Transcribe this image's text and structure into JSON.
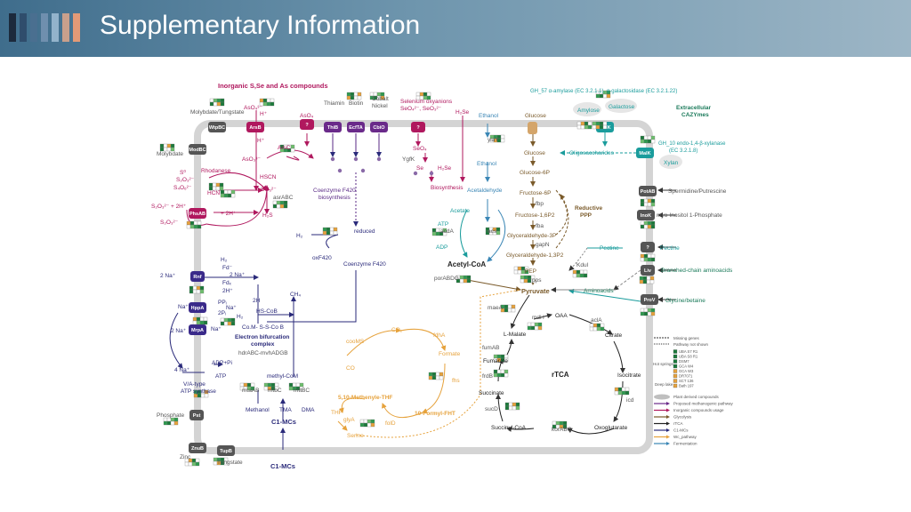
{
  "header": {
    "title": "Supplementary Information",
    "bar_colors": [
      "#1c2a3c",
      "#2f4d6c",
      "#4a6f90",
      "#6f8fae",
      "#93b3cb",
      "#c9a08c",
      "#e39a77"
    ]
  },
  "colors": {
    "magenta": "#b0185e",
    "purple": "#5a2a86",
    "navy": "#2a2a7a",
    "teal": "#1a9c9c",
    "blue": "#3a86b5",
    "brown": "#7a5a2a",
    "orange": "#e6a23c",
    "green": "#2e8b57",
    "black": "#222222",
    "membrane": "#d4d4d4"
  },
  "sections": {
    "inorganic": "Inorganic S,Se and As compounds",
    "extracellular": [
      "Extracellular",
      "CAZYmes"
    ]
  },
  "transporters": [
    {
      "id": "wtpbc",
      "label": "WtpBC",
      "color": "#555555"
    },
    {
      "id": "modbc",
      "label": "ModBC",
      "color": "#555555"
    },
    {
      "id": "arsb",
      "label": "ArsB",
      "color": "#b0185e"
    },
    {
      "id": "q1",
      "label": "?",
      "color": "#b0185e"
    },
    {
      "id": "thib",
      "label": "ThiB",
      "color": "#6a2a8a"
    },
    {
      "id": "ecfta",
      "label": "EcfTA",
      "color": "#6a2a8a"
    },
    {
      "id": "cbio",
      "label": "CbiO",
      "color": "#6a2a8a"
    },
    {
      "id": "q2",
      "label": "?",
      "color": "#b0185e"
    },
    {
      "id": "malk1",
      "label": "MalK",
      "color": "#1a9c9c"
    },
    {
      "id": "malk2",
      "label": "MalK",
      "color": "#1a9c9c"
    },
    {
      "id": "potab",
      "label": "PotAB",
      "color": "#555555"
    },
    {
      "id": "inok",
      "label": "InoK",
      "color": "#555555"
    },
    {
      "id": "q3",
      "label": "?",
      "color": "#555555"
    },
    {
      "id": "livf",
      "label": "Liv",
      "color": "#555555"
    },
    {
      "id": "provf",
      "label": "ProV",
      "color": "#555555"
    },
    {
      "id": "phsab",
      "label": "PhsAB",
      "color": "#b0185e"
    },
    {
      "id": "rnf",
      "label": "Rnf",
      "color": "#3a2a8a"
    },
    {
      "id": "hppa",
      "label": "HppA",
      "color": "#3a2a8a"
    },
    {
      "id": "mrpa",
      "label": "MrpA",
      "color": "#3a2a8a"
    },
    {
      "id": "pst",
      "label": "Pst",
      "color": "#555555"
    },
    {
      "id": "znu",
      "label": "ZnuB",
      "color": "#555555"
    },
    {
      "id": "tupb",
      "label": "TupB",
      "color": "#555555"
    }
  ],
  "labels": {
    "molybdate_tungstate": "Molybdate/Tungstate",
    "molybdate": "Molybdate",
    "aso4_top": "AsO₄³⁻",
    "aso4": "AsO₄",
    "aso3": "AsO₃³⁻",
    "arsc": "ArsC",
    "hplus": "H⁺",
    "thiamin": "Thiamin",
    "biotin": "Biotin",
    "cobalt_nickel": [
      "Cobalt",
      "Nickel"
    ],
    "selenium": [
      "Selenium oxyanions",
      "SeO₄²⁻, SeO₃²⁻"
    ],
    "h2se_top": "H₂Se",
    "seo4": "SeO₄",
    "ygfk": "YgfK",
    "se": "Se",
    "h2se": "H₂Se",
    "biosynthesis": "Biosynthesis",
    "ethanol_top": "Ethanol",
    "yiav": "yiaY",
    "ethanol": "Ethanol",
    "acetaldehyde": "Acetaldehyde",
    "glucose_top": "Glucose",
    "glucose": "Glucose",
    "glucose6p": "Glucose-6P",
    "fructose6p": "Fructose-6P",
    "fbp": "fbp",
    "fructose16p2": "Fructose-1,6P2",
    "fba": "fba",
    "g3p": "Glyceraldehyde-3P",
    "gapn": "gapN",
    "g13p2": "Glyceraldehyde-1,3P2",
    "pep": "PEP",
    "pps": "pps",
    "pyruvate": "Pyruvate",
    "reductive_ppp": [
      "Reductive",
      "PPP"
    ],
    "gh57": "GH_57 α-amylase (EC 3.2.1.1), α-galactosidase (EC 3.2.1.22)",
    "amylose": "Amylose",
    "galactose": "Galactose",
    "gh10": [
      "GH_10 endo-1,4-β-xylanase",
      "(EC 3.2.1.8)"
    ],
    "xylan": "Xylan",
    "oligosaccharides": "Oligosaccharides",
    "spermidine": "Spermidine/Putrescine",
    "myoinositol": "myo-Inositol 1-Phosphate",
    "pectine": "Pectine",
    "pectine_in": "Pectine",
    "kdul": "Kdul",
    "bcaa": "Branched-chain aminoacids",
    "aminoacids": "Aminoacids",
    "glycine": "Glycine/betaine",
    "rhodanese": "Rhodanese",
    "hscn": "HSCN",
    "hcn": "HCN",
    "so3": "SO₃²⁻",
    "asrabc": "asrABC",
    "h2s": "H₂S",
    "s_species": [
      "S⁰",
      "S₂O₃²⁻",
      "S₄O₆²⁻"
    ],
    "s2o3_2h": "S₂O₃²⁻ + 2H⁺",
    "s2o3_out": "S₂O₃²⁻",
    "plus2h": "+ 2H⁺",
    "coenzyme_f420": [
      "Coenzyme F420",
      "biosynthesis"
    ],
    "h2_f420": "H₂",
    "oxf420": "oxF420",
    "reduced_f420": [
      "reduced",
      "Coenzyme F420"
    ],
    "acetate": "Acetate",
    "atp": "ATP",
    "acda": "acdA",
    "adp": "ADP",
    "acs": "acs",
    "acetyl_coa": "Acetyl-CoA",
    "porabdg": "porABDG",
    "na2": "2 Na⁺",
    "fd_top": "H₂",
    "fd_pair": [
      "Fd⁻",
      "2 Na⁺",
      "Fdₓ",
      "2H⁺"
    ],
    "ppi": [
      "PPᵢ",
      "Na⁺",
      "2Pᵢ"
    ],
    "na_hpp": "Na⁺",
    "na_mrp": "Na⁺",
    "na2_mrp": "2 Na⁺",
    "h2_hs": "H₂",
    "hs_cob": "HS-CoB",
    "com_s": "Co.M- S-S-Co B",
    "two_h": "2H",
    "bifurcation": [
      "Electron bifurcation",
      "complex"
    ],
    "hdr": "hdrABC-mvhADGB",
    "ch4": "CH₄",
    "na4": "4 Na⁺",
    "adp_pi": "ADP+Pi",
    "atp_syn": "ATP",
    "va_type": [
      "V/A-type",
      "ATP synthase"
    ],
    "methyl_com": "methyl-CoM",
    "mtaab": "mtaAB",
    "mtbc": "mtbC",
    "mttbc": "mttBC",
    "methanol": "Methanol",
    "tma": "TMA",
    "dma": "DMA",
    "c1mcs_in": "C1-MCs",
    "c1mcs_out": "C1-MCs",
    "phosphate": "Phosphate",
    "zinc": "Zinc",
    "tungstate": "Tungstate",
    "co2": "CO₂",
    "co": "CO",
    "cooms": "cooMS",
    "fdha": "fdhA",
    "formate": "Formate",
    "fhs": "fhs",
    "mthf": "5,10-Methenyle-THF",
    "formylthf": "10-Formyl-FHT",
    "thf": "THF",
    "glya": "glyA",
    "serine": "Serine",
    "fold": "folD",
    "malea": "maeA",
    "mdh": "mdH",
    "oaa": "OAA",
    "acla": "aclA",
    "lmalate": "L-Malate",
    "citrate": "Citrate",
    "fumab": "fumAB",
    "fumarate": "Fumarate",
    "rtca": "rTCA",
    "isocitrate": "Isocitrate",
    "frdb": "frdB",
    "succinate": "Succinate",
    "icd": "icd",
    "sucd": "sucD",
    "succinylcoa": "Succinyl-CoA",
    "korabc": "korABC",
    "oxoglutarate": "Oxoglutarate"
  },
  "legend": {
    "lines": [
      "Missing genes",
      "Pathway not shown"
    ],
    "genomes": [
      "UBA S7 R1",
      "UBA S8 R1",
      "DSM7",
      "GCA W4",
      "GCA W3",
      "DR7071",
      "SCT 136",
      "Bath 197"
    ],
    "groups": [
      "Hot springs",
      "Deep lake"
    ],
    "items": [
      {
        "label": "Plant derived compounds",
        "color": "#bfbfbf"
      },
      {
        "label": "Proposed methanogenic pathway",
        "color": "#6a2a8a"
      },
      {
        "label": "Inorganic compounds usage",
        "color": "#b0185e"
      },
      {
        "label": "Glycolysis",
        "color": "#7a5a2a"
      },
      {
        "label": "rTCA",
        "color": "#222222"
      },
      {
        "label": "C1-MCs",
        "color": "#2a2a7a"
      },
      {
        "label": "Wc_pathway",
        "color": "#e6a23c"
      },
      {
        "label": "Fermentation",
        "color": "#3a86b5"
      }
    ]
  }
}
